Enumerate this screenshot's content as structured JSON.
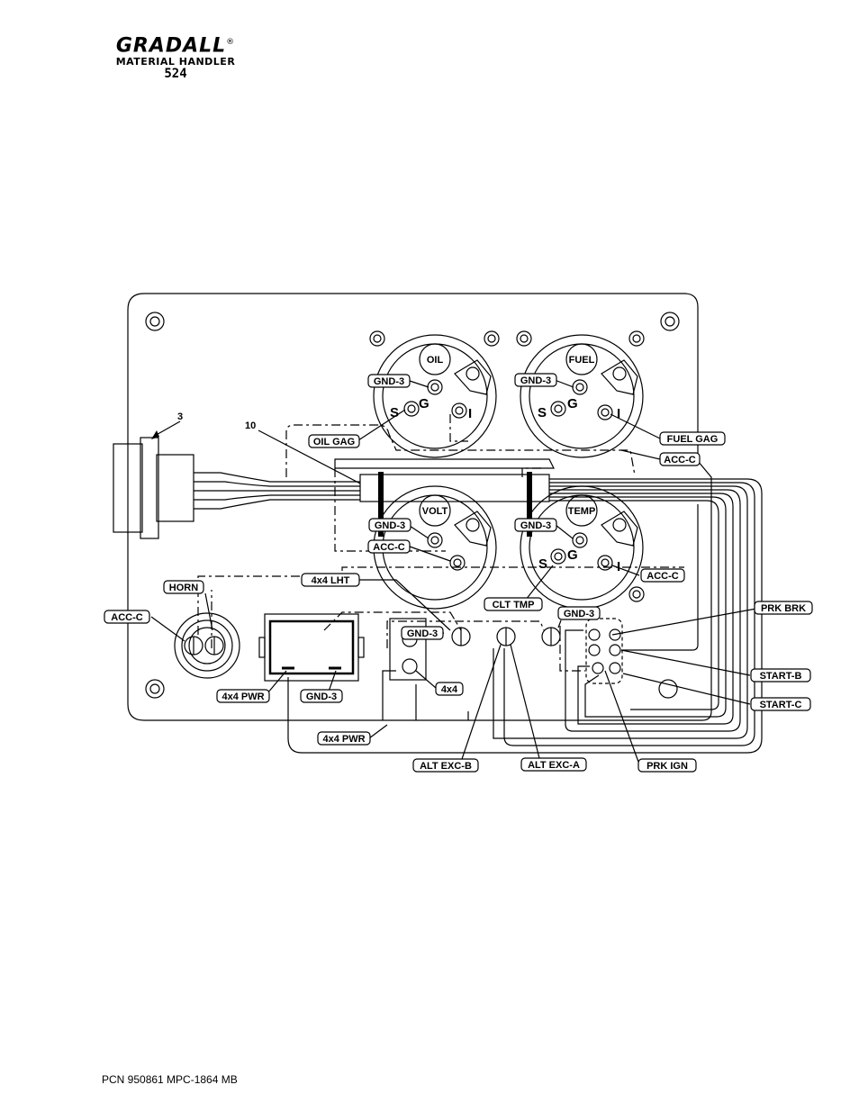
{
  "header": {
    "brand": "GRADALL",
    "registered": "®",
    "subtitle": "MATERIAL HANDLER",
    "model": "524"
  },
  "footer": {
    "text": "PCN 950861 MPC-1864 MB"
  },
  "callouts": {
    "connector": "3",
    "harness": "10"
  },
  "gauges": {
    "oil": "OIL",
    "fuel": "FUEL",
    "volt": "VOLT",
    "temp": "TEMP"
  },
  "terminals": {
    "s": "S",
    "g": "G",
    "i": "I"
  },
  "labels": {
    "gnd3_oil": "GND-3",
    "gnd3_fuel": "GND-3",
    "oil_gag": "OIL GAG",
    "fuel_gag": "FUEL GAG",
    "acc_c_fuel": "ACC-C",
    "gnd3_volt": "GND-3",
    "gnd3_temp": "GND-3",
    "acc_c_volt": "ACC-C",
    "acc_c_temp": "ACC-C",
    "lht_4x4": "4x4 LHT",
    "clt_tmp": "CLT TMP",
    "horn": "HORN",
    "acc_c_horn": "ACC-C",
    "gnd3_switch": "GND-3",
    "gnd3_right": "GND-3",
    "prk_brk": "PRK BRK",
    "start_b": "START-B",
    "start_c": "START-C",
    "pwr_4x4": "4x4 PWR",
    "gnd3_bottom": "GND-3",
    "x4_4": "4x4",
    "pwr_4x4_lower": "4x4 PWR",
    "alt_exc_b": "ALT EXC-B",
    "alt_exc_a": "ALT EXC-A",
    "prk_ign": "PRK IGN"
  }
}
